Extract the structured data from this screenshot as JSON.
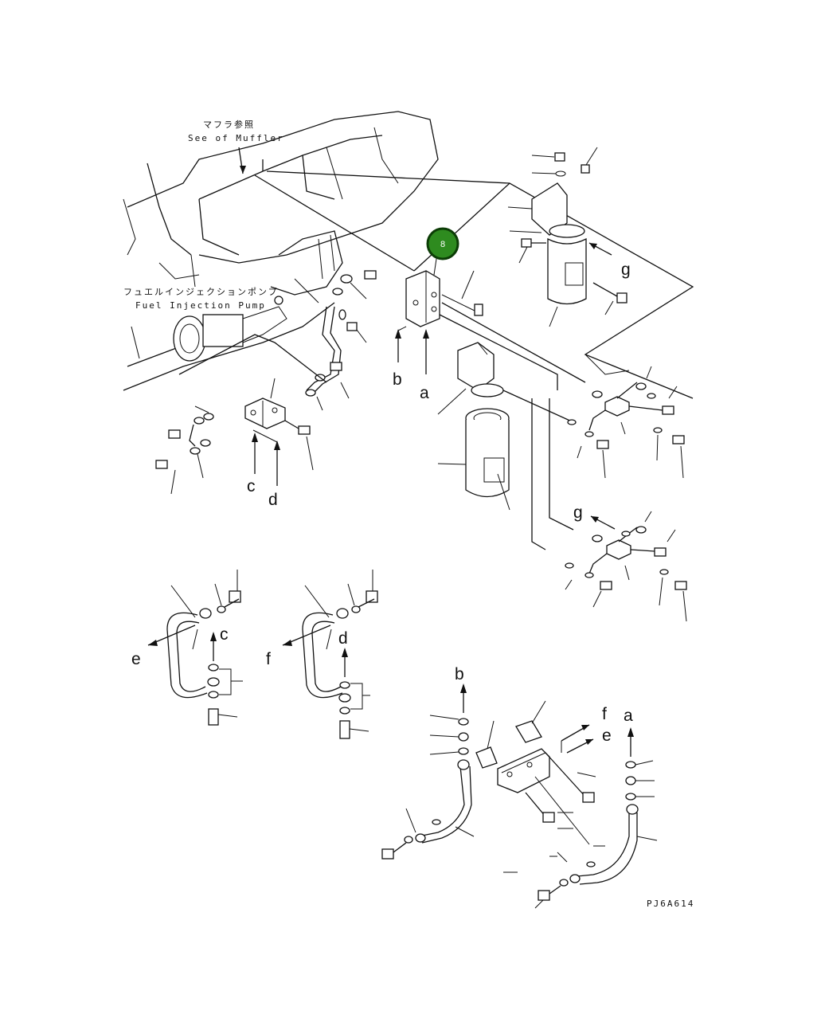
{
  "callouts": {
    "muffler_jp": "マフラ参照",
    "muffler_en": "See of Muffler",
    "pump_jp": "フュエルインジェクションポンプ",
    "pump_en": "Fuel Injection Pump"
  },
  "badge": {
    "number": "8",
    "color": "#2e8b1f",
    "border": "#0c3d06"
  },
  "connection_letters": {
    "a1": "a",
    "b1": "b",
    "c1": "c",
    "d1": "d",
    "g1": "g",
    "g2": "g",
    "c2": "c",
    "d2": "d",
    "e1": "e",
    "f1": "f",
    "a2": "a",
    "b2": "b",
    "e2": "e",
    "f2": "f"
  },
  "drawing_code": "PJ6A614"
}
